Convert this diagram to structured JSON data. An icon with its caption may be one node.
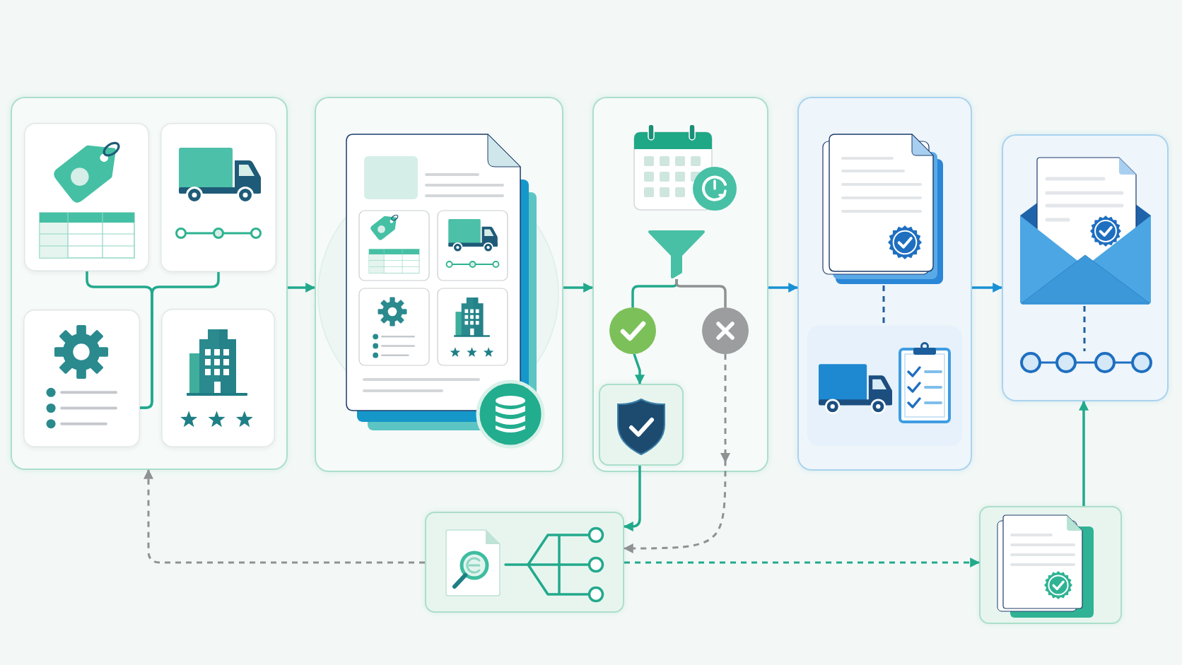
{
  "diagram": {
    "nodes": [
      {
        "text": [],
        "shape": "box"
      },
      {
        "text": [],
        "shape": "box",
        "in": 0
      },
      {
        "text": [],
        "shape": "box",
        "in": 0
      },
      {
        "text": [],
        "shape": "box",
        "in": 0
      },
      {
        "text": [],
        "shape": "box",
        "in": 0
      },
      {
        "text": [],
        "shape": "box"
      },
      {
        "text": [],
        "shape": "box"
      },
      {
        "text": [],
        "shape": "picture",
        "in": 6
      },
      {
        "text": [],
        "shape": "circle",
        "in": 6
      },
      {
        "text": [],
        "shape": "circle",
        "in": 6
      },
      {
        "text": [],
        "shape": "box",
        "in": 6
      },
      {
        "text": [],
        "shape": "box"
      },
      {
        "text": [],
        "shape": "picture",
        "in": 11
      },
      {
        "text": [],
        "shape": "box",
        "in": 11
      },
      {
        "text": [],
        "shape": "box"
      },
      {
        "text": [],
        "shape": "picture",
        "in": 14
      },
      {
        "text": [],
        "shape": "picture",
        "in": 14
      },
      {
        "text": [],
        "shape": "box"
      },
      {
        "text": [],
        "shape": "box"
      }
    ],
    "edges": [
      {
        "from": 0,
        "to": 5,
        "arrow": "to"
      },
      {
        "from": 5,
        "to": 6,
        "arrow": "to"
      },
      {
        "from": 6,
        "to": 11,
        "arrow": "to",
        "color": "#1a90d4"
      },
      {
        "from": 11,
        "to": 14,
        "arrow": "to",
        "color": "#1a90d4"
      },
      {
        "from": 1,
        "to": 3,
        "arrow": "none"
      },
      {
        "from": 2,
        "to": 3,
        "arrow": "none"
      },
      {
        "from": 7,
        "to": 8,
        "arrow": "none"
      },
      {
        "from": 7,
        "to": 9,
        "arrow": "none",
        "color": "#8f9193"
      },
      {
        "from": 8,
        "to": 10,
        "arrow": "to"
      },
      {
        "from": 9,
        "to": 17,
        "arrow": "to",
        "style": "dashed",
        "color": "#8f9193"
      },
      {
        "from": 10,
        "to": 17,
        "arrow": "to"
      },
      {
        "from": 17,
        "to": 0,
        "arrow": "to",
        "style": "dashed",
        "color": "#8f9193"
      },
      {
        "from": 17,
        "to": 18,
        "arrow": "to",
        "style": "dashed"
      },
      {
        "from": 18,
        "to": 14,
        "arrow": "to"
      },
      {
        "from": 12,
        "to": 13,
        "arrow": "none",
        "style": "dashed",
        "color": "#1f5f9e"
      },
      {
        "from": 15,
        "to": 16,
        "arrow": "none",
        "style": "dashed",
        "color": "#1f5f9e"
      }
    ]
  }
}
